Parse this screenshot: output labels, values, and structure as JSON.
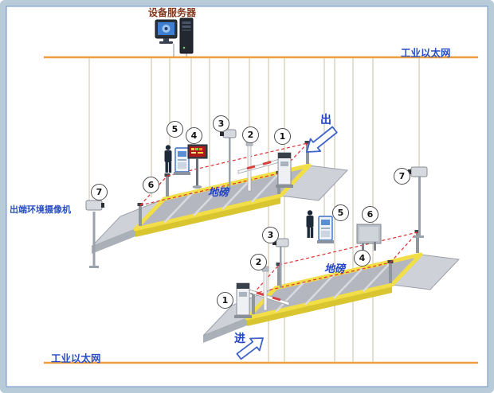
{
  "labels": {
    "server": "设备服务器",
    "ethernet_top": "工业以太网",
    "ethernet_bottom": "工业以太网",
    "exit_env_camera": "出端环境摄像机",
    "weighbridge_upper": "地磅",
    "weighbridge_lower": "地磅",
    "exit": "出",
    "entry": "进"
  },
  "callouts": {
    "u1": "1",
    "u2": "2",
    "u3": "3",
    "u4": "4",
    "u5": "5",
    "u6": "6",
    "l1": "1",
    "l2": "2",
    "l3": "3",
    "l4": "4",
    "l5": "5",
    "l6": "6",
    "left7": "7",
    "right7": "7"
  },
  "colors": {
    "frame": "#b8cbd9",
    "inner_border": "#7096c6",
    "ethernet_line": "#ee9f3c",
    "connector_line": "#c8bfa4",
    "label_blue": "#2a4fc4",
    "server_label_color": "#84381f",
    "weighbridge_yellow": "#f2de46",
    "deck_gray": "#b4b7bf",
    "light_curtain_red": "#e03030"
  },
  "icons": {
    "server": "server-tower-icon",
    "monitor": "monitor-icon",
    "left_environment_camera": "cctv-camera-icon",
    "right_environment_camera": "cctv-camera-icon",
    "lane_camera": "cctv-camera-icon",
    "kiosk": "control-terminal-icon",
    "person": "operator-person-icon",
    "led_display": "led-display-icon",
    "barrier": "barrier-gate-icon",
    "light_curtain": "light-curtain-post-icon",
    "exit_arrow": "direction-arrow-icon",
    "entry_arrow": "direction-arrow-icon"
  }
}
